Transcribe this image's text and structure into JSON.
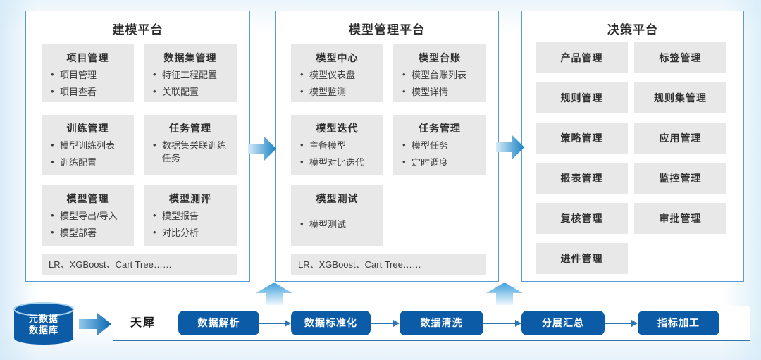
{
  "platforms": [
    {
      "title": "建模平台",
      "cards": [
        {
          "title": "项目管理",
          "items": [
            "项目管理",
            "项目查看"
          ]
        },
        {
          "title": "数据集管理",
          "items": [
            "特征工程配置",
            "关联配置"
          ]
        },
        {
          "title": "训练管理",
          "items": [
            "模型训练列表",
            "训练配置"
          ]
        },
        {
          "title": "任务管理",
          "items": [
            "数据集关联训练任务"
          ]
        },
        {
          "title": "模型管理",
          "items": [
            "模型导出/导入",
            "模型部署"
          ]
        },
        {
          "title": "模型测评",
          "items": [
            "模型报告",
            "对比分析"
          ]
        }
      ],
      "footer": "LR、XGBoost、Cart Tree……"
    },
    {
      "title": "模型管理平台",
      "cards": [
        {
          "title": "模型中心",
          "items": [
            "模型仪表盘",
            "模型监测"
          ]
        },
        {
          "title": "模型台账",
          "items": [
            "模型台账列表",
            "模型详情"
          ]
        },
        {
          "title": "模型迭代",
          "items": [
            "主备模型",
            "模型对比迭代"
          ]
        },
        {
          "title": "任务管理",
          "items": [
            "模型任务",
            "定时调度"
          ]
        },
        {
          "title": "模型测试",
          "items": [
            "模型测试"
          ]
        }
      ],
      "footer": "LR、XGBoost、Cart Tree……"
    },
    {
      "title": "决策平台",
      "tiles": [
        "产品管理",
        "标签管理",
        "规则管理",
        "规则集管理",
        "策略管理",
        "应用管理",
        "报表管理",
        "监控管理",
        "复核管理",
        "审批管理",
        "进件管理"
      ]
    }
  ],
  "pipeline": {
    "database": {
      "line1": "元数据",
      "line2": "数据库"
    },
    "engine": "天犀",
    "steps": [
      "数据解析",
      "数据标准化",
      "数据清洗",
      "分层汇总",
      "指标加工"
    ]
  },
  "colors": {
    "panel_border": "#5B9BD5",
    "card_bg": "#E9E8E8",
    "pill_blue": "#0B5BA6",
    "bar_border": "#2E75B6",
    "arrow_dark": "#1680C4",
    "arrow_light": "#CFE8F7"
  }
}
